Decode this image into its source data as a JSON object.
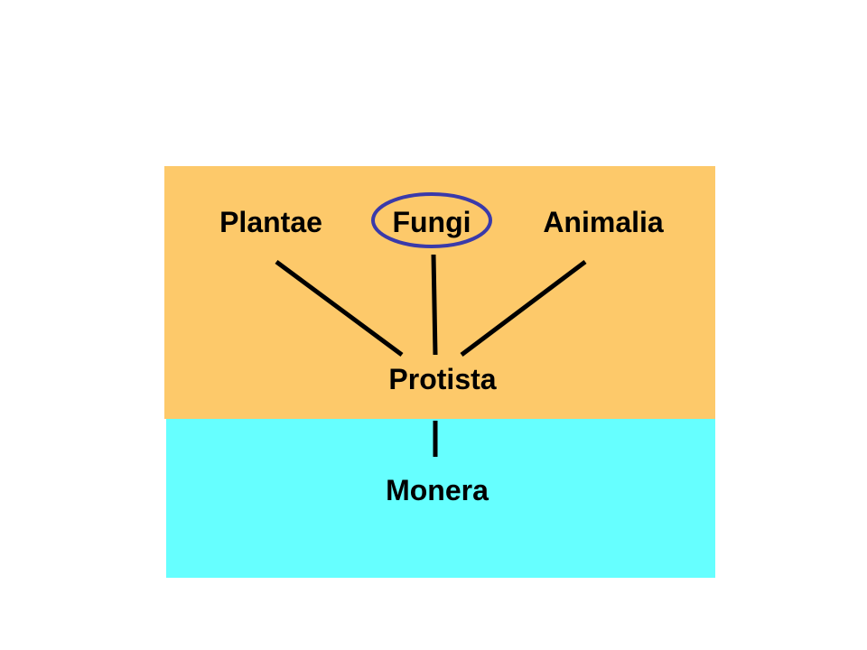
{
  "diagram": {
    "top_region_color": "#fdc96a",
    "bottom_region_color": "#66ffff",
    "highlight_color": "#3a3aaa",
    "kingdoms": {
      "plantae": "Plantae",
      "fungi": "Fungi",
      "animalia": "Animalia",
      "protista": "Protista",
      "monera": "Monera"
    },
    "highlighted": "Fungi"
  }
}
